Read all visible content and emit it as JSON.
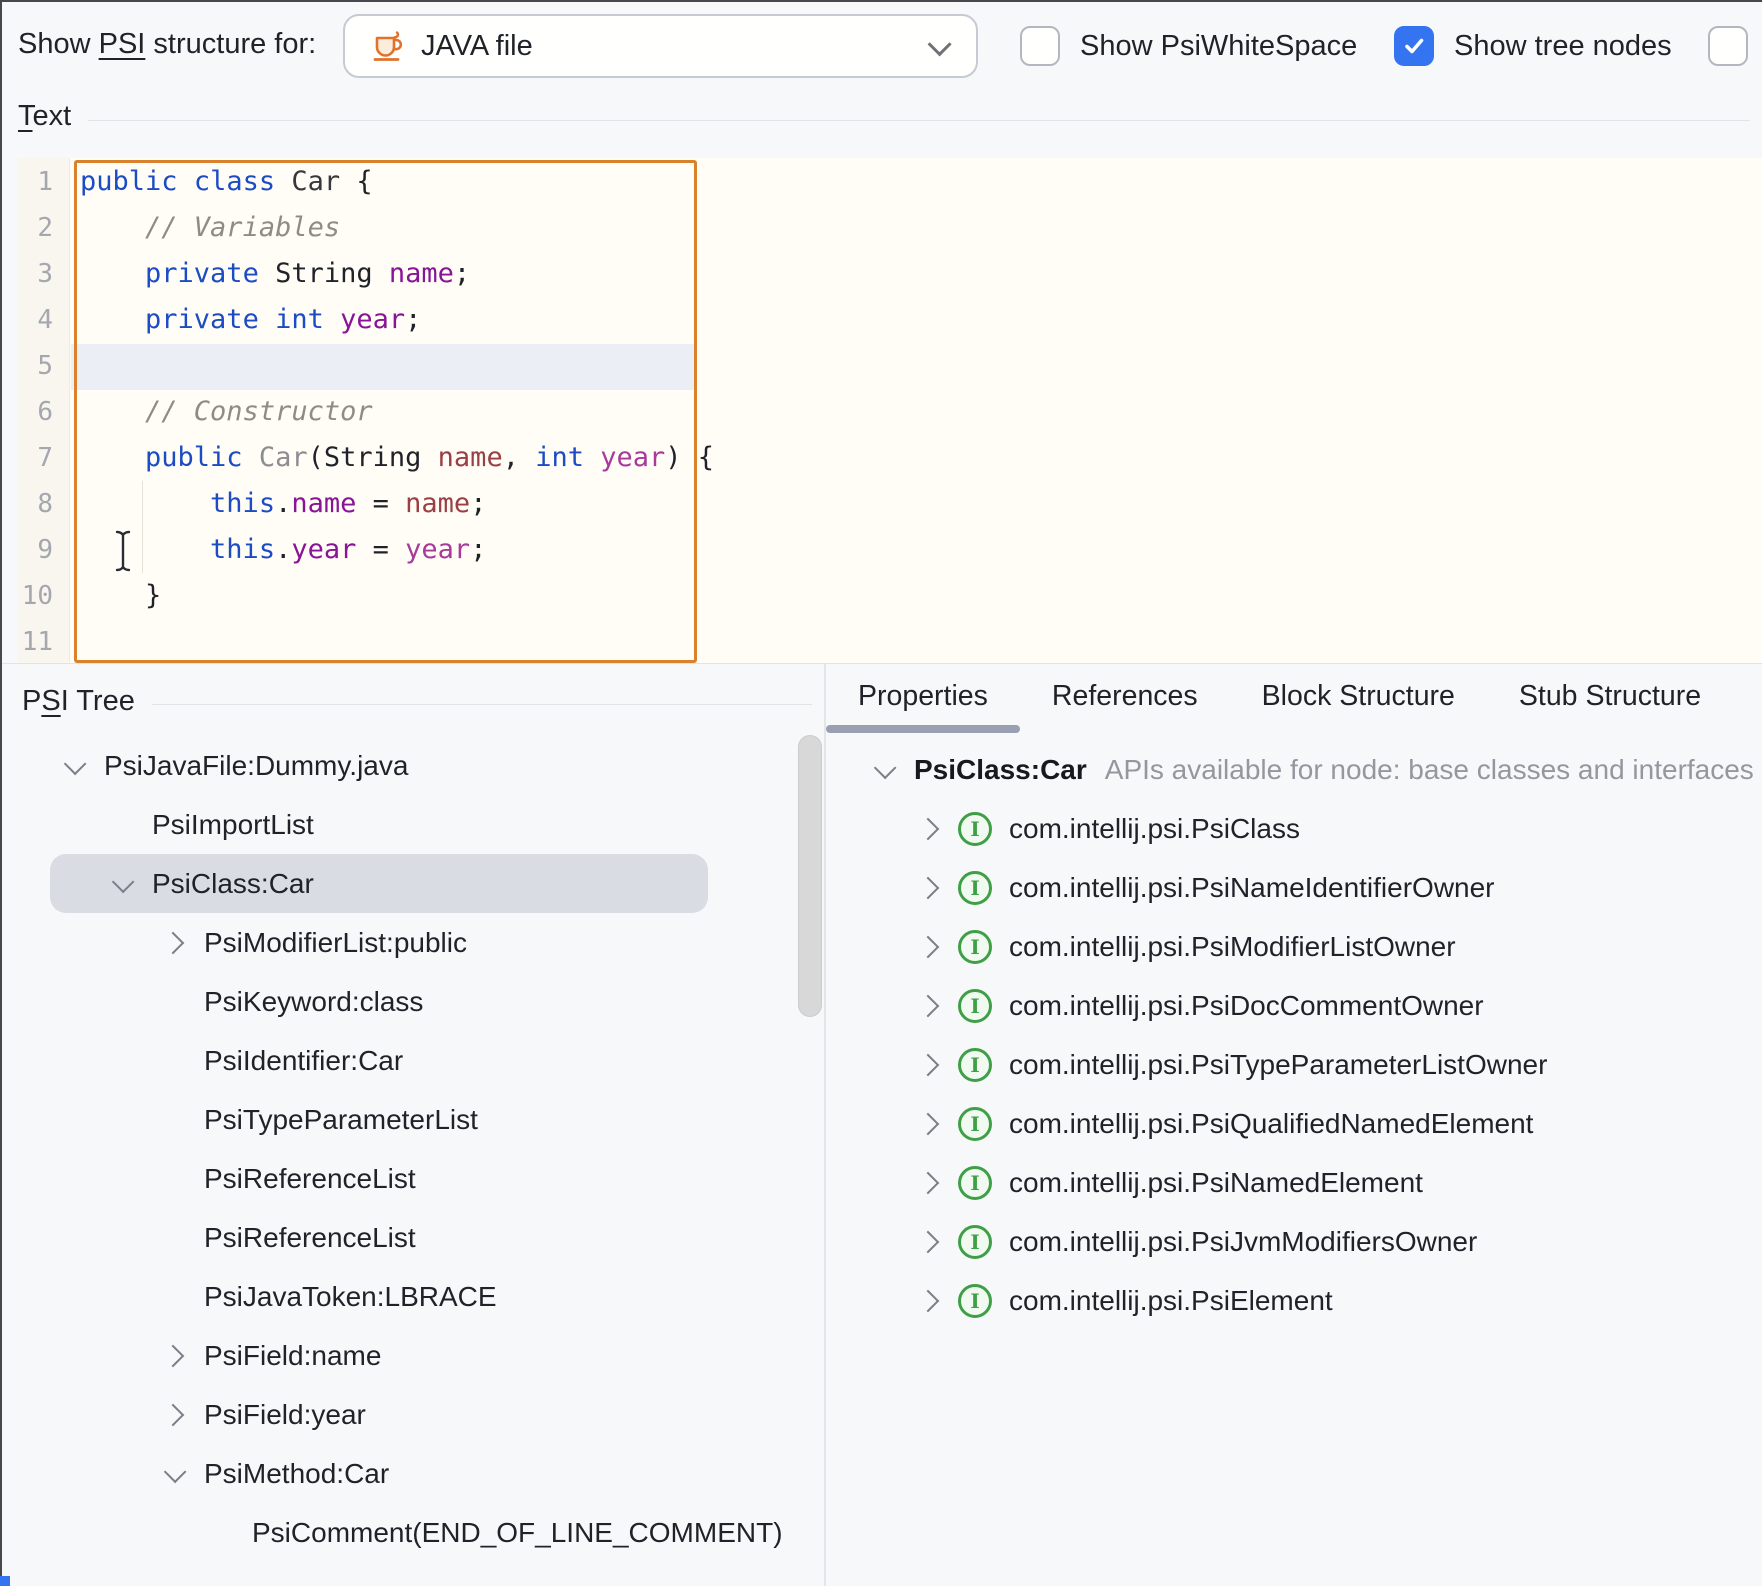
{
  "topbar": {
    "label_pre": "Show ",
    "label_mnemonic": "PSI",
    "label_post": " structure for:",
    "dropdown": {
      "value": "JAVA file",
      "icon": "java-file-icon"
    },
    "checkboxes": [
      {
        "label": "Show PsiWhiteSpace",
        "checked": false
      },
      {
        "label": "Show tree nodes",
        "checked": true
      },
      {
        "label": "",
        "checked": false
      }
    ]
  },
  "text_section": {
    "label_mnemonic": "T",
    "label_post": "ext"
  },
  "editor": {
    "line_numbers": [
      "1",
      "2",
      "3",
      "4",
      "5",
      "6",
      "7",
      "8",
      "9",
      "10",
      "11"
    ],
    "current_line": 5,
    "code_lines": [
      [
        {
          "s": "kw",
          "t": "public"
        },
        {
          "s": "pl",
          "t": " "
        },
        {
          "s": "kw",
          "t": "class"
        },
        {
          "s": "pl",
          "t": " "
        },
        {
          "s": "cls",
          "t": "Car"
        },
        {
          "s": "pl",
          "t": " {"
        }
      ],
      [
        {
          "s": "pl",
          "t": "    "
        },
        {
          "s": "cm",
          "t": "// Variables"
        }
      ],
      [
        {
          "s": "pl",
          "t": "    "
        },
        {
          "s": "kw",
          "t": "private"
        },
        {
          "s": "pl",
          "t": " String "
        },
        {
          "s": "fld",
          "t": "name"
        },
        {
          "s": "pl",
          "t": ";"
        }
      ],
      [
        {
          "s": "pl",
          "t": "    "
        },
        {
          "s": "kw",
          "t": "private"
        },
        {
          "s": "pl",
          "t": " "
        },
        {
          "s": "kw",
          "t": "int"
        },
        {
          "s": "pl",
          "t": " "
        },
        {
          "s": "fld",
          "t": "year"
        },
        {
          "s": "pl",
          "t": ";"
        }
      ],
      [],
      [
        {
          "s": "pl",
          "t": "    "
        },
        {
          "s": "cm",
          "t": "// Constructor"
        }
      ],
      [
        {
          "s": "pl",
          "t": "    "
        },
        {
          "s": "kw",
          "t": "public"
        },
        {
          "s": "pl",
          "t": " "
        },
        {
          "s": "ctor",
          "t": "Car"
        },
        {
          "s": "pl",
          "t": "(String "
        },
        {
          "s": "pn",
          "t": "name"
        },
        {
          "s": "pl",
          "t": ", "
        },
        {
          "s": "kw",
          "t": "int"
        },
        {
          "s": "pl",
          "t": " "
        },
        {
          "s": "py",
          "t": "year"
        },
        {
          "s": "pl",
          "t": ") {"
        }
      ],
      [
        {
          "s": "pl",
          "t": "        "
        },
        {
          "s": "kw",
          "t": "this"
        },
        {
          "s": "pl",
          "t": "."
        },
        {
          "s": "fld",
          "t": "name"
        },
        {
          "s": "pl",
          "t": " = "
        },
        {
          "s": "pn",
          "t": "name"
        },
        {
          "s": "pl",
          "t": ";"
        }
      ],
      [
        {
          "s": "pl",
          "t": "        "
        },
        {
          "s": "kw",
          "t": "this"
        },
        {
          "s": "pl",
          "t": "."
        },
        {
          "s": "fld",
          "t": "year"
        },
        {
          "s": "pl",
          "t": " = "
        },
        {
          "s": "py",
          "t": "year"
        },
        {
          "s": "pl",
          "t": ";"
        }
      ],
      [
        {
          "s": "pl",
          "t": "    }"
        }
      ],
      []
    ]
  },
  "psi_tree": {
    "label_pre": "P",
    "label_mnemonic": "S",
    "label_post": "I Tree",
    "items": [
      {
        "label": "PsiJavaFile:Dummy.java",
        "level": 0,
        "chevron": "down",
        "selected": false
      },
      {
        "label": "PsiImportList",
        "level": 1,
        "chevron": null,
        "selected": false
      },
      {
        "label": "PsiClass:Car",
        "level": 1,
        "chevron": "down",
        "selected": true
      },
      {
        "label": "PsiModifierList:public",
        "level": 2,
        "chevron": "right",
        "selected": false
      },
      {
        "label": "PsiKeyword:class",
        "level": 2,
        "chevron": null,
        "selected": false
      },
      {
        "label": "PsiIdentifier:Car",
        "level": 2,
        "chevron": null,
        "selected": false
      },
      {
        "label": "PsiTypeParameterList",
        "level": 2,
        "chevron": null,
        "selected": false
      },
      {
        "label": "PsiReferenceList",
        "level": 2,
        "chevron": null,
        "selected": false
      },
      {
        "label": "PsiReferenceList",
        "level": 2,
        "chevron": null,
        "selected": false
      },
      {
        "label": "PsiJavaToken:LBRACE",
        "level": 2,
        "chevron": null,
        "selected": false
      },
      {
        "label": "PsiField:name",
        "level": 2,
        "chevron": "right",
        "selected": false
      },
      {
        "label": "PsiField:year",
        "level": 2,
        "chevron": "right",
        "selected": false
      },
      {
        "label": "PsiMethod:Car",
        "level": 2,
        "chevron": "down",
        "selected": false
      },
      {
        "label": "PsiComment(END_OF_LINE_COMMENT)",
        "level": 3,
        "chevron": null,
        "selected": false
      }
    ]
  },
  "right_panel": {
    "tabs": [
      {
        "label": "Properties",
        "active": true
      },
      {
        "label": "References",
        "active": false
      },
      {
        "label": "Block Structure",
        "active": false
      },
      {
        "label": "Stub Structure",
        "active": false
      }
    ],
    "header": {
      "title": "PsiClass:Car",
      "subtitle": "APIs available for node: base classes and interfaces"
    },
    "api_icon": "interface-icon",
    "api_items": [
      "com.intellij.psi.PsiClass",
      "com.intellij.psi.PsiNameIdentifierOwner",
      "com.intellij.psi.PsiModifierListOwner",
      "com.intellij.psi.PsiDocCommentOwner",
      "com.intellij.psi.PsiTypeParameterListOwner",
      "com.intellij.psi.PsiQualifiedNamedElement",
      "com.intellij.psi.PsiNamedElement",
      "com.intellij.psi.PsiJvmModifiersOwner",
      "com.intellij.psi.PsiElement"
    ]
  },
  "colors": {
    "accent_blue": "#3574f0",
    "highlight_orange": "#d9822b",
    "keyword_blue": "#1c4cc4",
    "field_purple": "#881496",
    "param_maroon": "#9a3f44",
    "param_magenta": "#a73a9a",
    "comment_gray": "#8d8c88",
    "interface_green": "#3f9f47",
    "selection_gray": "#d9dce3",
    "editor_bg": "#fffdf6",
    "panel_bg": "#f7f8fa"
  }
}
